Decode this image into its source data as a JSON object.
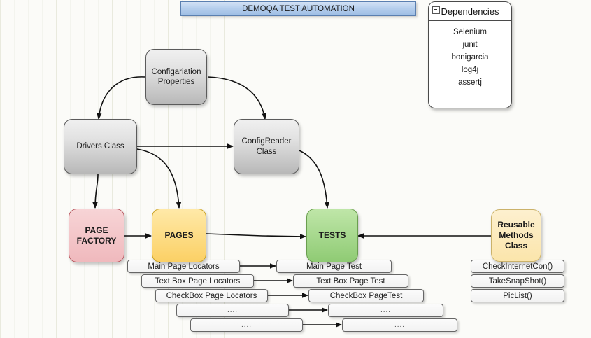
{
  "banner": {
    "title": "DEMOQA TEST AUTOMATION",
    "color": "#b6cfed"
  },
  "dependencies_panel": {
    "title": "Dependencies",
    "collapse_icon": "minus-box-icon",
    "items": [
      "Selenium",
      "junit",
      "bonigarcia",
      "log4j",
      "assertj"
    ]
  },
  "nodes": {
    "config_properties": {
      "label": "Configariation Properties",
      "color": "#c6c6c6"
    },
    "drivers_class": {
      "label": "Drivers Class",
      "color": "#c6c6c6"
    },
    "config_reader": {
      "label": "ConfigReader Class",
      "color": "#c6c6c6"
    },
    "page_factory": {
      "label": "PAGE FACTORY",
      "color": "#f0b9bd"
    },
    "pages": {
      "label": "PAGES",
      "color": "#fbd065"
    },
    "tests": {
      "label": "TESTS",
      "color": "#8fcb74"
    },
    "reusable_methods": {
      "label": "Reusable Methods Class",
      "color": "#fbe5ab"
    }
  },
  "locators_column": [
    {
      "label": "Main Page Locators"
    },
    {
      "label": "Text Box Page Locators"
    },
    {
      "label": "CheckBox Page Locators"
    },
    {
      "label": "...."
    },
    {
      "label": "...."
    }
  ],
  "tests_column": [
    {
      "label": "Main Page Test"
    },
    {
      "label": "Text Box Page Test"
    },
    {
      "label": "CheckBox PageTest"
    },
    {
      "label": "...."
    },
    {
      "label": "...."
    }
  ],
  "methods_column": [
    {
      "label": "CheckInternetCon()"
    },
    {
      "label": "TakeSnapShot()"
    },
    {
      "label": "PicList()"
    }
  ]
}
